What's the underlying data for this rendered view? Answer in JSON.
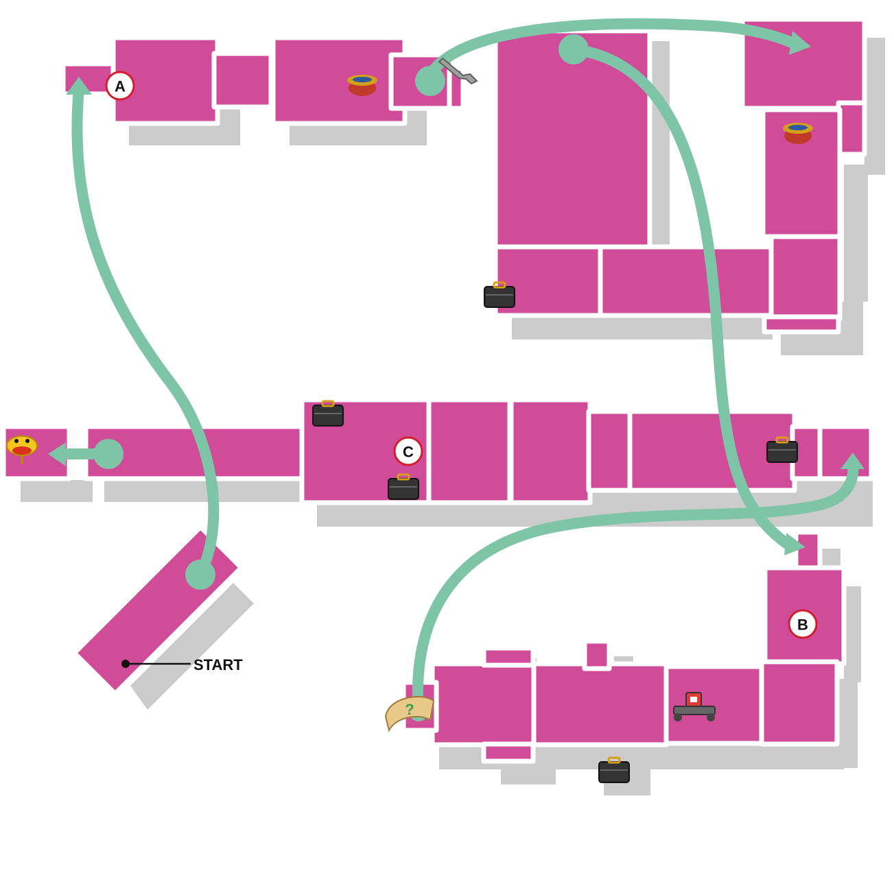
{
  "map": {
    "start_label": "START",
    "markers": [
      {
        "id": "a",
        "label": "A"
      },
      {
        "id": "b",
        "label": "B"
      },
      {
        "id": "c",
        "label": "C"
      }
    ]
  },
  "colors": {
    "room": "#d14c98",
    "room_pattern": "#c42a87",
    "route": "#7ec4a6",
    "shadow": "#cccccc",
    "marker_ring": "#d11f2a"
  },
  "icons": [
    "treasure-jar-icon",
    "treasure-jar-icon",
    "wrench-icon",
    "briefcase-icon",
    "briefcase-icon",
    "briefcase-icon",
    "briefcase-icon",
    "briefcase-icon",
    "yellow-creature-icon",
    "scroll-icon",
    "robot-icon"
  ]
}
